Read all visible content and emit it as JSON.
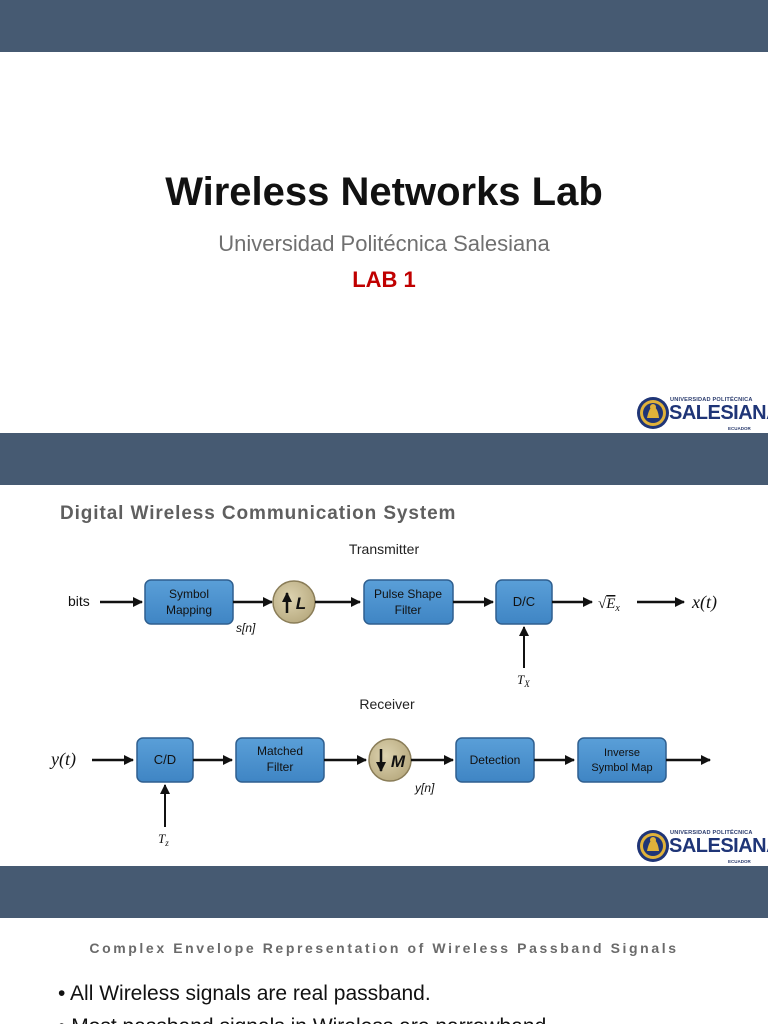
{
  "slide1": {
    "title": "Wireless Networks Lab",
    "subtitle": "Universidad Politécnica Salesiana",
    "lab_label": "LAB 1"
  },
  "logo": {
    "top_text": "UNIVERSIDAD POLITÉCNICA",
    "main_text": "SALESIANA",
    "bottom_text": "ECUADOR",
    "colors": {
      "navy": "#1f3577",
      "gold": "#e0b23a"
    }
  },
  "slide2": {
    "heading": "Digital Wireless Communication System",
    "transmitter": {
      "title": "Transmitter",
      "input_label": "bits",
      "blocks": [
        "Symbol Mapping",
        "L",
        "Pulse Shape Filter",
        "D/C"
      ],
      "signal_label": "s[n]",
      "clock_label": "TX",
      "gain_label": "√Ex",
      "output_label": "x(t)"
    },
    "receiver": {
      "title": "Receiver",
      "input_label": "y(t)",
      "blocks": [
        "C/D",
        "Matched Filter",
        "M",
        "Detection",
        "Inverse Symbol Map"
      ],
      "signal_label": "y[n]",
      "clock_label": "Tz"
    },
    "colors": {
      "block_fill": "#4a8fcf",
      "block_stroke": "#2f5f8f",
      "updown_fill": "#c8bc96"
    }
  },
  "slide3": {
    "heading": "Complex Envelope Representation of Wireless Passband Signals",
    "bullets": [
      "All Wireless signals are real passband.",
      "Most passband signals in Wireless are narrowband."
    ]
  },
  "colors": {
    "band": "#465a72",
    "lab_red": "#c00000"
  }
}
